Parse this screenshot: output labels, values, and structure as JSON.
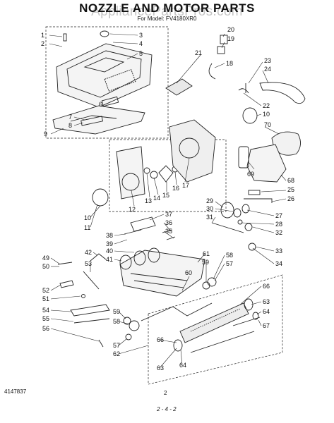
{
  "title": "NOZZLE AND MOTOR PARTS",
  "subtitle": "For Model: FV4180XR0",
  "watermark": "AppliancePartsPros.com",
  "footer": {
    "left": "4147837",
    "center": "2",
    "bottom": "2 - 4 - 2"
  },
  "callouts": {
    "1": "1",
    "2": "2",
    "3": "3",
    "4": "4",
    "5": "5",
    "6": "6",
    "7": "7",
    "8": "8",
    "9": "9",
    "10a": "10",
    "10b": "10",
    "11": "11",
    "12": "12",
    "13": "13",
    "14": "14",
    "15": "15",
    "16": "16",
    "17": "17",
    "18": "18",
    "19": "19",
    "20": "20",
    "21": "21",
    "22": "22",
    "23": "23",
    "24": "24",
    "25": "25",
    "26": "26",
    "27": "27",
    "28": "28",
    "29": "29",
    "30": "30",
    "31": "31",
    "32": "32",
    "33": "33",
    "34": "34",
    "35": "35",
    "36": "36",
    "37": "37",
    "38": "38",
    "39": "39",
    "40": "40",
    "41": "41",
    "42": "42",
    "49": "49",
    "50": "50",
    "51": "51",
    "52": "52",
    "53": "53",
    "54": "54",
    "55": "55",
    "56": "56",
    "57a": "57",
    "57b": "57",
    "58a": "58",
    "58b": "58",
    "59a": "59",
    "59b": "59",
    "60": "60",
    "61": "61",
    "62": "62",
    "63a": "63",
    "63b": "63",
    "64a": "64",
    "64b": "64",
    "66a": "66",
    "66b": "66",
    "67": "67",
    "68": "68",
    "69": "69",
    "70": "70"
  }
}
